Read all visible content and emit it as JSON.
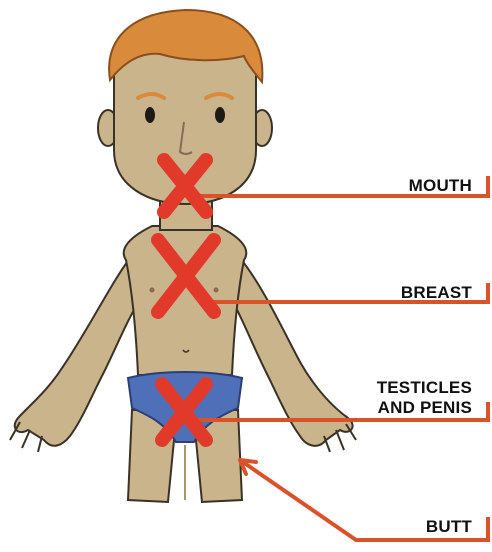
{
  "labels": {
    "mouth": "MOUTH",
    "breast": "BREAST",
    "testicles_line1": "TESTICLES",
    "testicles_line2": "AND PENIS",
    "butt": "BUTT"
  },
  "colors": {
    "skin": "#c9b48c",
    "skin_shadow": "#a89568",
    "hair": "#d98a3a",
    "brief": "#4f6fb8",
    "x_mark": "#e23a2a",
    "pointer": "#d9532a",
    "outline": "#3a3226"
  },
  "icons": {
    "figure": "child-body-figure",
    "marks": "red-x-marks"
  }
}
